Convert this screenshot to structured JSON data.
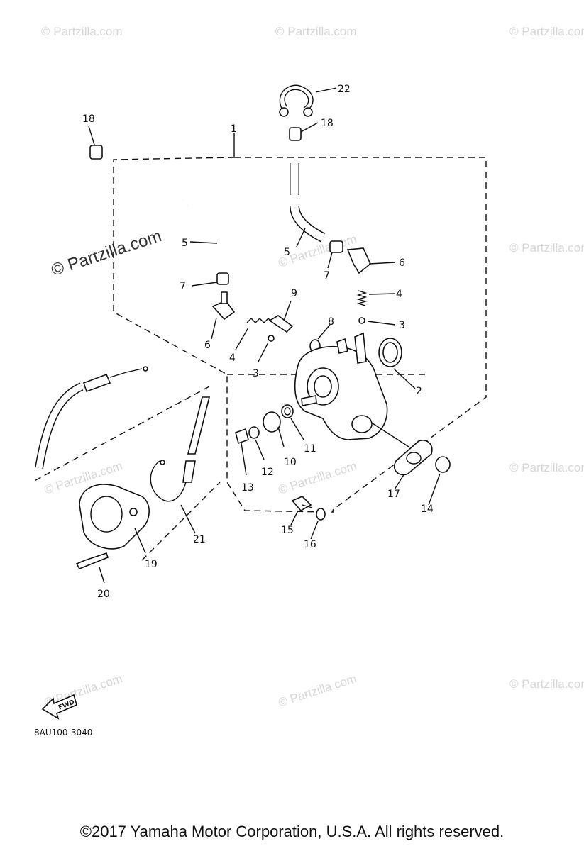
{
  "watermark": {
    "text": "© Partzilla.com",
    "faint_text": "© Partzilla.com"
  },
  "callouts": [
    "1",
    "2",
    "3",
    "3",
    "4",
    "4",
    "5",
    "5",
    "6",
    "6",
    "7",
    "7",
    "8",
    "9",
    "10",
    "11",
    "12",
    "13",
    "14",
    "15",
    "16",
    "17",
    "18",
    "18",
    "19",
    "20",
    "21",
    "22"
  ],
  "fwd_label": "FWD",
  "diagram_code": "8AU100-3040",
  "copyright": "©2017  Yamaha Motor Corporation, U.S.A. All rights reserved."
}
